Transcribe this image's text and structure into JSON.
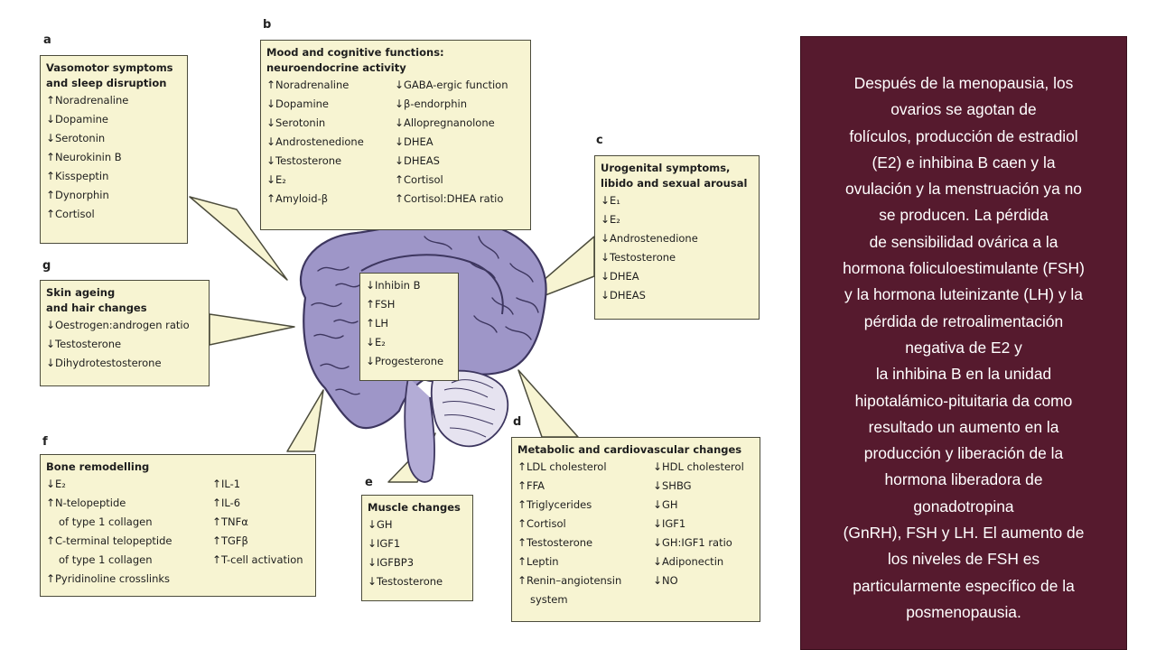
{
  "panels": {
    "a": {
      "letter": "a",
      "title": [
        "Vasomotor symptoms",
        "and sleep disruption"
      ],
      "items": [
        {
          "dir": "up",
          "text": "Noradrenaline"
        },
        {
          "dir": "down",
          "text": "Dopamine"
        },
        {
          "dir": "down",
          "text": "Serotonin"
        },
        {
          "dir": "up",
          "text": "Neurokinin B"
        },
        {
          "dir": "up",
          "text": "Kisspeptin"
        },
        {
          "dir": "up",
          "text": "Dynorphin"
        },
        {
          "dir": "up",
          "text": "Cortisol"
        }
      ]
    },
    "b": {
      "letter": "b",
      "title": [
        "Mood and cognitive functions:",
        "neuroendocrine activity"
      ],
      "left": [
        {
          "dir": "up",
          "text": "Noradrenaline"
        },
        {
          "dir": "down",
          "text": "Dopamine"
        },
        {
          "dir": "down",
          "text": "Serotonin"
        },
        {
          "dir": "down",
          "text": "Androstenedione"
        },
        {
          "dir": "down",
          "text": "Testosterone"
        },
        {
          "dir": "down",
          "text": "E₂"
        },
        {
          "dir": "up",
          "text": "Amyloid-β"
        }
      ],
      "right": [
        {
          "dir": "down",
          "text": "GABA-ergic function"
        },
        {
          "dir": "down",
          "text": "β-endorphin"
        },
        {
          "dir": "down",
          "text": "Allopregnanolone"
        },
        {
          "dir": "down",
          "text": "DHEA"
        },
        {
          "dir": "down",
          "text": "DHEAS"
        },
        {
          "dir": "up",
          "text": "Cortisol"
        },
        {
          "dir": "up",
          "text": "Cortisol:DHEA ratio"
        }
      ]
    },
    "c": {
      "letter": "c",
      "title": [
        "Urogenital symptoms,",
        "libido and sexual arousal"
      ],
      "items": [
        {
          "dir": "down",
          "text": "E₁"
        },
        {
          "dir": "down",
          "text": "E₂"
        },
        {
          "dir": "down",
          "text": "Androstenedione"
        },
        {
          "dir": "down",
          "text": "Testosterone"
        },
        {
          "dir": "down",
          "text": "DHEA"
        },
        {
          "dir": "down",
          "text": "DHEAS"
        }
      ]
    },
    "g": {
      "letter": "g",
      "title": [
        "Skin ageing",
        "and hair changes"
      ],
      "items": [
        {
          "dir": "down",
          "text": "Oestrogen:androgen ratio"
        },
        {
          "dir": "down",
          "text": "Testosterone"
        },
        {
          "dir": "down",
          "text": "Dihydrotestosterone"
        }
      ]
    },
    "center": {
      "items": [
        {
          "dir": "down",
          "text": "Inhibin B"
        },
        {
          "dir": "up",
          "text": "FSH"
        },
        {
          "dir": "up",
          "text": "LH"
        },
        {
          "dir": "down",
          "text": "E₂"
        },
        {
          "dir": "down",
          "text": "Progesterone"
        }
      ]
    },
    "f": {
      "letter": "f",
      "title": [
        "Bone remodelling"
      ],
      "left": [
        {
          "dir": "down",
          "text": "E₂"
        },
        {
          "dir": "up",
          "text": "N-telopeptide"
        },
        {
          "dir": "",
          "text": "of type 1 collagen"
        },
        {
          "dir": "up",
          "text": "C-terminal telopeptide"
        },
        {
          "dir": "",
          "text": "of type 1 collagen"
        },
        {
          "dir": "up",
          "text": "Pyridinoline crosslinks"
        }
      ],
      "right": [
        {
          "dir": "up",
          "text": "IL-1"
        },
        {
          "dir": "up",
          "text": "IL-6"
        },
        {
          "dir": "up",
          "text": "TNFα"
        },
        {
          "dir": "up",
          "text": "TGFβ"
        },
        {
          "dir": "up",
          "text": "T-cell activation"
        }
      ]
    },
    "e": {
      "letter": "e",
      "title": [
        "Muscle changes"
      ],
      "items": [
        {
          "dir": "down",
          "text": "GH"
        },
        {
          "dir": "down",
          "text": "IGF1"
        },
        {
          "dir": "down",
          "text": "IGFBP3"
        },
        {
          "dir": "down",
          "text": "Testosterone"
        }
      ]
    },
    "d": {
      "letter": "d",
      "title": [
        "Metabolic and cardiovascular changes"
      ],
      "left": [
        {
          "dir": "up",
          "text": "LDL cholesterol"
        },
        {
          "dir": "up",
          "text": "FFA"
        },
        {
          "dir": "up",
          "text": "Triglycerides"
        },
        {
          "dir": "up",
          "text": "Cortisol"
        },
        {
          "dir": "up",
          "text": "Testosterone"
        },
        {
          "dir": "up",
          "text": "Leptin"
        },
        {
          "dir": "up",
          "text": "Renin–angiotensin"
        },
        {
          "dir": "",
          "text": "system"
        }
      ],
      "right": [
        {
          "dir": "down",
          "text": "HDL cholesterol"
        },
        {
          "dir": "down",
          "text": "SHBG"
        },
        {
          "dir": "down",
          "text": "GH"
        },
        {
          "dir": "down",
          "text": "IGF1"
        },
        {
          "dir": "down",
          "text": "GH:IGF1 ratio"
        },
        {
          "dir": "down",
          "text": "Adiponectin"
        },
        {
          "dir": "down",
          "text": "NO"
        }
      ]
    }
  },
  "text_panel": {
    "lines": [
      "Después de la menopausia, los",
      "ovarios se agotan de",
      "folículos, producción de estradiol",
      "(E2) e inhibina B caen y la",
      "ovulación y la menstruación ya no",
      "se producen. La pérdida",
      "de sensibilidad ovárica a la",
      "hormona foliculoestimulante (FSH)",
      "y la hormona luteinizante (LH) y la",
      "pérdida de retroalimentación",
      "negativa de E2 y",
      "la inhibina B en la unidad",
      "hipotalámico-pituitaria da como",
      "resultado un aumento en la",
      "producción y liberación de la",
      "hormona liberadora de",
      "gonadotropina",
      "(GnRH), FSH y LH. El aumento de",
      "los niveles de FSH es",
      "particularmente específico de la",
      "posmenopausia."
    ]
  },
  "colors": {
    "panel_bg": "#f7f4d2",
    "panel_border": "#4c4c3c",
    "brain_fill": "#9e96c8",
    "brain_stroke": "#3d365f",
    "text_panel_bg": "#561a2e",
    "text_color": "#ffffff"
  }
}
